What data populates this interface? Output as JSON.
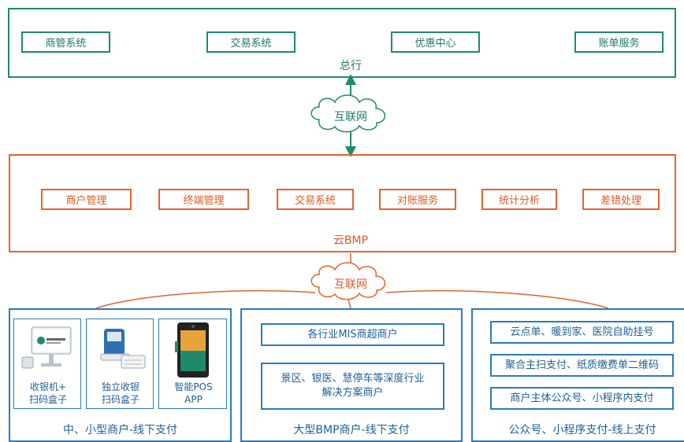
{
  "hq": {
    "modules": [
      "商管系统",
      "交易系统",
      "优惠中心",
      "账单服务"
    ],
    "label": "总行"
  },
  "cloud_top": {
    "label": "互联网"
  },
  "bmp": {
    "modules": [
      "商户管理",
      "终端管理",
      "交易系统",
      "对账服务",
      "统计分析",
      "差错处理"
    ],
    "label": "云BMP"
  },
  "cloud_bottom": {
    "label": "互联网"
  },
  "merchants": {
    "small": {
      "devices": [
        {
          "icon": "cashier-machine-icon",
          "caption": "收银机+\n扫码盒子"
        },
        {
          "icon": "scanner-box-icon",
          "caption": "独立收银\n扫码盒子"
        },
        {
          "icon": "pos-terminal-icon",
          "caption": "智能POS\nAPP"
        }
      ],
      "label": "中、小型商户-线下支付"
    },
    "large": {
      "items": [
        "各行业MIS商超商户",
        "景区、银医、慧停车等深度行业解决方案商户"
      ],
      "label": "大型BMP商户-线下支付"
    },
    "online": {
      "items": [
        "云点单、暖到家、医院自助挂号",
        "聚合主扫支付、纸质缴费单二维码",
        "商户主体公众号、小程序内支付"
      ],
      "label": "公众号、小程序支付-线上支付"
    }
  },
  "colors": {
    "green": "#1e8a6e",
    "orange": "#e8622a",
    "blue": "#2b7bbd"
  }
}
